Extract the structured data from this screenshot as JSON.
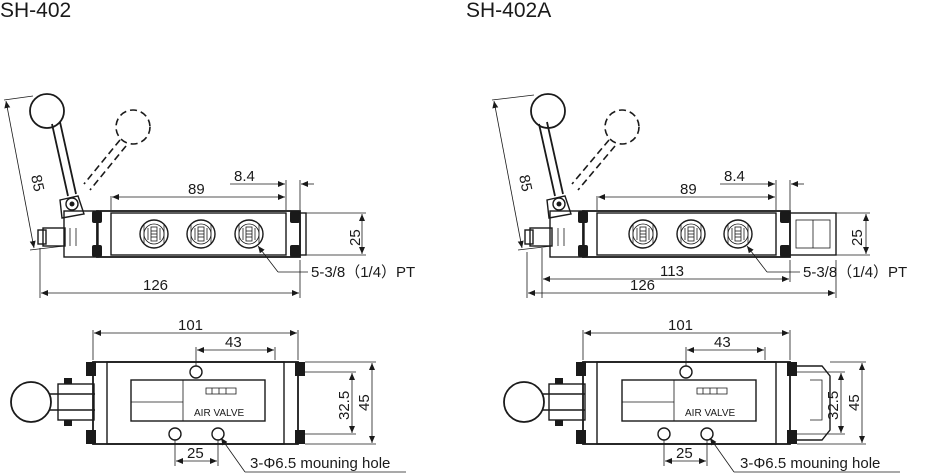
{
  "titles": {
    "left": "SH-402",
    "right": "SH-402A"
  },
  "dims": {
    "handle_length": "85",
    "body_length": "89",
    "end_offset": "8.4",
    "height": "25",
    "port_spec": "5-3/8（1/4）PT",
    "total_length": "126",
    "inner_length": "113",
    "plan_length": "101",
    "hole_spacing": "43",
    "plan_height_inner": "32.5",
    "plan_height_outer": "45",
    "hole_offset": "25",
    "mounting_holes": "3-Φ6.5 mouning hole"
  },
  "nameplate": {
    "text": "AIR VALVE"
  },
  "colors": {
    "line": "#1a1a1a",
    "background": "#ffffff"
  }
}
